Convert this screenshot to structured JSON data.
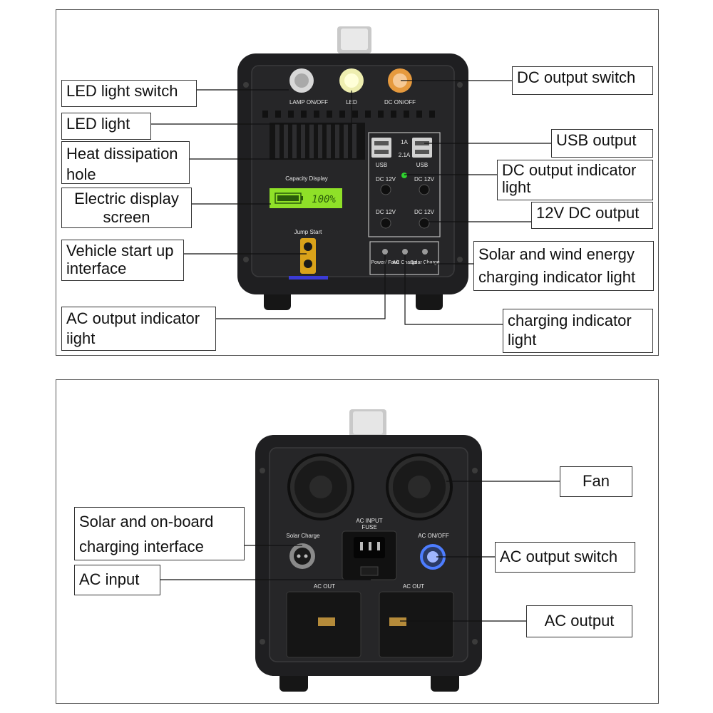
{
  "front": {
    "labels": {
      "led_light_switch": "LED light switch",
      "led_light": "LED light",
      "heat_line1": "Heat dissipation",
      "heat_line2": "hole",
      "display_line1": "Electric display",
      "display_line2": "screen",
      "vehicle_line1": "Vehicle start up",
      "vehicle_line2": "interface",
      "ac_ind_line1": "AC output indicator",
      "ac_ind_line2": "iight",
      "dc_switch": "DC output switch",
      "usb_output": "USB output",
      "dc_ind_line1": "DC output indicator",
      "dc_ind_line2": "light",
      "dc12_output": "12V DC output",
      "solar_line1": "Solar and wind energy",
      "solar_line2": "charging indicator light",
      "charging_line1": "charging indicator",
      "charging_line2": "light"
    },
    "device": {
      "lamp_onoff": "LAMP  ON/OFF",
      "led": "LED",
      "dc_onoff": "DC  ON/OFF",
      "capacity_display": "Capacity  Display",
      "lcd_value": "100%",
      "jump_start": "Jump  Start",
      "usb_1a": "1A",
      "usb_21a": "2.1A",
      "usb": "USB",
      "dc12": "DC 12V",
      "power_fault": "Power/ Fault",
      "ac_charge": "AC Charge",
      "solar_charge": "Solar Charge"
    }
  },
  "back": {
    "labels": {
      "fan": "Fan",
      "solar_port_line1": "Solar and on-board",
      "solar_port_line2": "charging interface",
      "ac_input": "AC input",
      "ac_switch": "AC output switch",
      "ac_output": "AC output"
    },
    "device": {
      "solar_charge": "Solar  Charge",
      "ac_input_fuse_1": "AC  INPUT",
      "ac_input_fuse_2": "FUSE",
      "ac_onoff": "AC  ON/OFF",
      "ac_out": "AC  OUT"
    }
  },
  "colors": {
    "body": "#1f1f21",
    "lcd": "#8fe028",
    "dc_indicator": "#2fd12f",
    "ac_switch_ring": "#4d7dff"
  }
}
